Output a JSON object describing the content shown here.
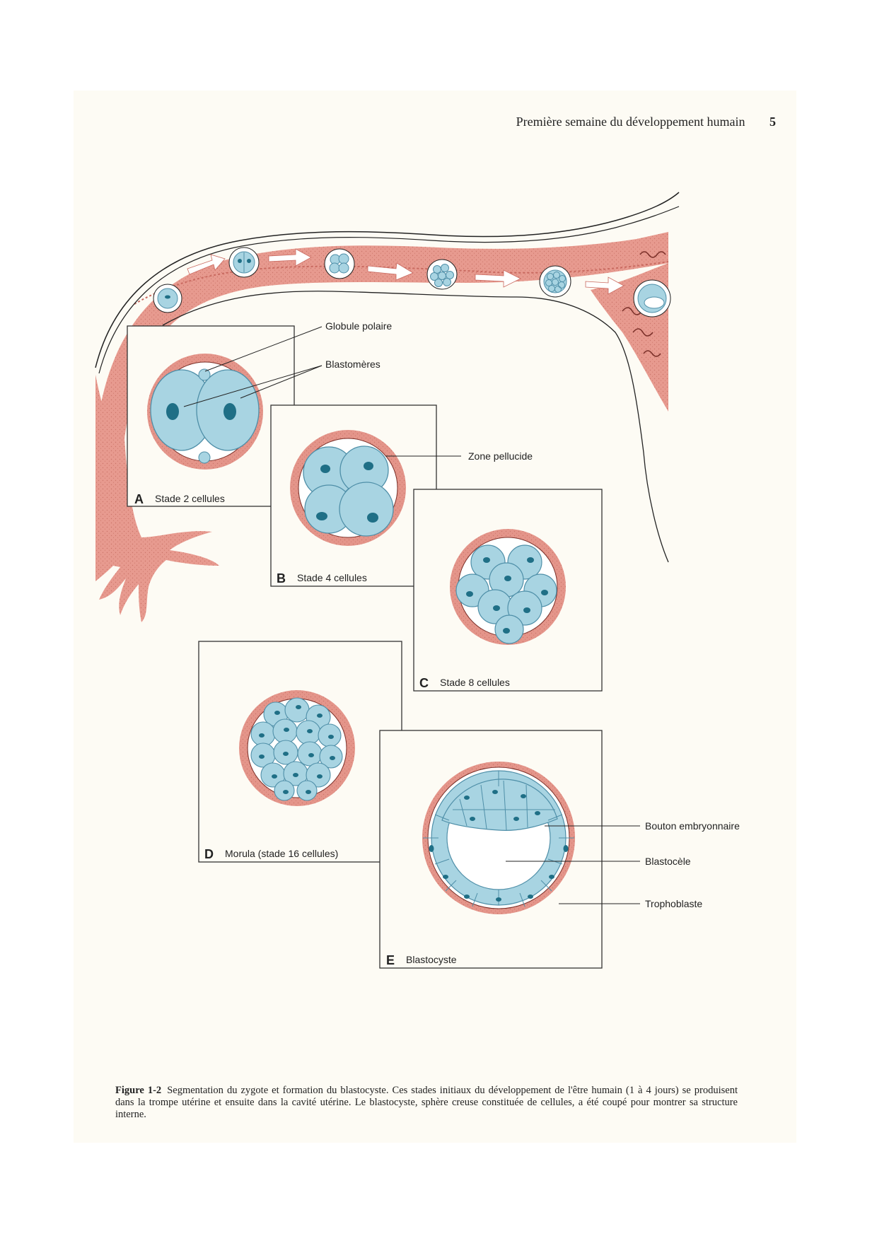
{
  "header": {
    "title": "Première semaine du développement humain",
    "page_number": "5"
  },
  "panels": [
    {
      "letter": "A",
      "label": "Stade 2 cellules"
    },
    {
      "letter": "B",
      "label": "Stade 4 cellules"
    },
    {
      "letter": "C",
      "label": "Stade 8 cellules"
    },
    {
      "letter": "D",
      "label": "Morula (stade 16 cellules)"
    },
    {
      "letter": "E",
      "label": "Blastocyste"
    }
  ],
  "annotations": {
    "globule_polaire": "Globule polaire",
    "blastomeres": "Blastomères",
    "zone_pellucide": "Zone pellucide",
    "bouton_embryonnaire": "Bouton embryonnaire",
    "blastocele": "Blastocèle",
    "trophoblaste": "Trophoblaste"
  },
  "caption": {
    "label": "Figure 1-2",
    "text": "Segmentation du zygote et formation du blastocyste. Ces stades initiaux du développement de l'être humain (1 à 4 jours) se produisent dans la trompe utérine et ensuite dans la cavité utérine. Le blastocyste, sphère creuse constituée de cellules, a été coupé pour montrer sa structure interne."
  },
  "colors": {
    "tube": "#e79a8f",
    "tube_dark": "#c96a60",
    "cell": "#a8d4e2",
    "cell_line": "#4f8fa8",
    "nucleus": "#1f6f86",
    "zona": "#e4958a",
    "paper": "#fdfbf4"
  }
}
